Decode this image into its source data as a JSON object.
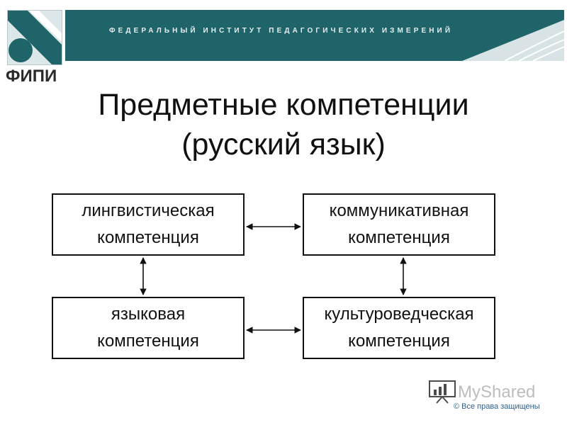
{
  "header": {
    "institute_name": "ФЕДЕРАЛЬНЫЙ ИНСТИТУТ ПЕДАГОГИЧЕСКИХ ИЗМЕРЕНИЙ",
    "logo_text": "ФИПИ",
    "banner_color": "#1f6468",
    "logo_icon": "fipi-logo-icon"
  },
  "title": {
    "line1": "Предметные компетенции",
    "line2": "(русский язык)"
  },
  "diagram": {
    "nodes": [
      {
        "id": "linguistic",
        "line1": "лингвистическая",
        "line2": "компетенция"
      },
      {
        "id": "communicative",
        "line1": "коммуникативная",
        "line2": "компетенция"
      },
      {
        "id": "language",
        "line1": "языковая",
        "line2": "компетенция"
      },
      {
        "id": "cultural",
        "line1": "культуроведческая",
        "line2": "компетенция"
      }
    ],
    "edges": [
      {
        "from": "linguistic",
        "to": "communicative",
        "type": "bidirectional"
      },
      {
        "from": "linguistic",
        "to": "language",
        "type": "bidirectional"
      },
      {
        "from": "communicative",
        "to": "cultural",
        "type": "bidirectional"
      },
      {
        "from": "language",
        "to": "cultural",
        "type": "bidirectional"
      }
    ]
  },
  "watermark": {
    "brand": "MyShared",
    "copyright": "© Все права защищены",
    "icon": "presentation-board-icon"
  }
}
